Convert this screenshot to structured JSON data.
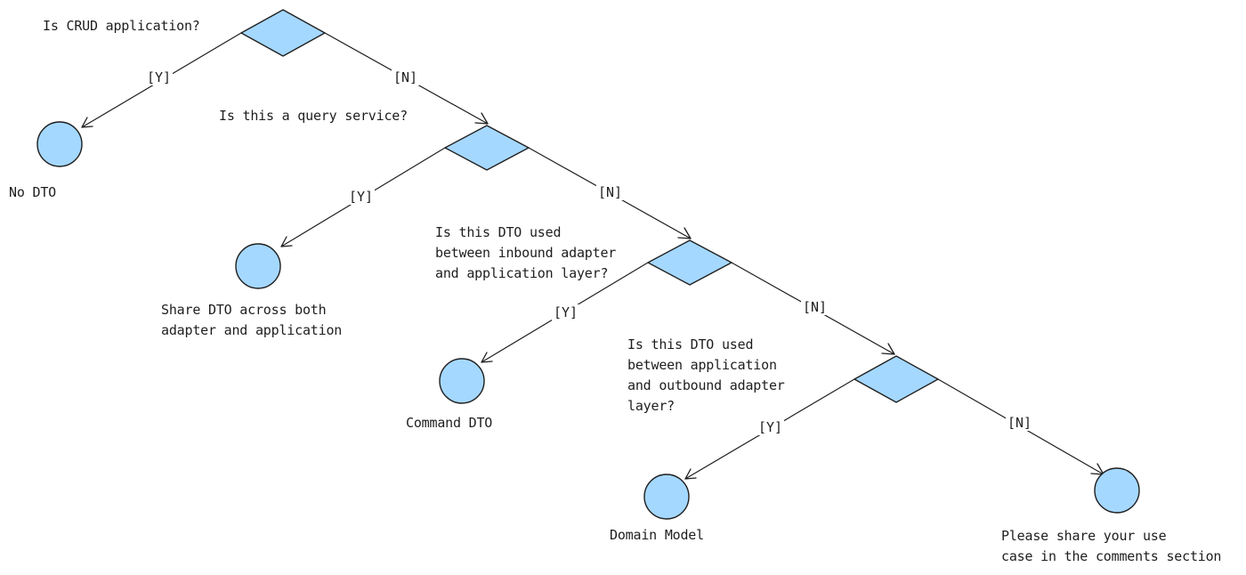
{
  "colors": {
    "node_fill": "#a5d8ff",
    "stroke": "#1e1e1e",
    "background": "#ffffff"
  },
  "questions": [
    {
      "text": "Is CRUD application?"
    },
    {
      "text": "Is this a query service?"
    },
    {
      "text": "Is this DTO used\nbetween inbound adapter\nand application layer?"
    },
    {
      "text": "Is this DTO used\nbetween application\nand outbound adapter\nlayer?"
    }
  ],
  "outcomes": [
    {
      "text": "No DTO"
    },
    {
      "text": "Share DTO across both\nadapter and application"
    },
    {
      "text": "Command DTO"
    },
    {
      "text": "Domain Model"
    },
    {
      "text": "Please share your use\ncase in the comments section"
    }
  ],
  "edges": [
    {
      "label": "[Y]"
    },
    {
      "label": "[N]"
    },
    {
      "label": "[Y]"
    },
    {
      "label": "[N]"
    },
    {
      "label": "[Y]"
    },
    {
      "label": "[N]"
    },
    {
      "label": "[Y]"
    },
    {
      "label": "[N]"
    }
  ]
}
